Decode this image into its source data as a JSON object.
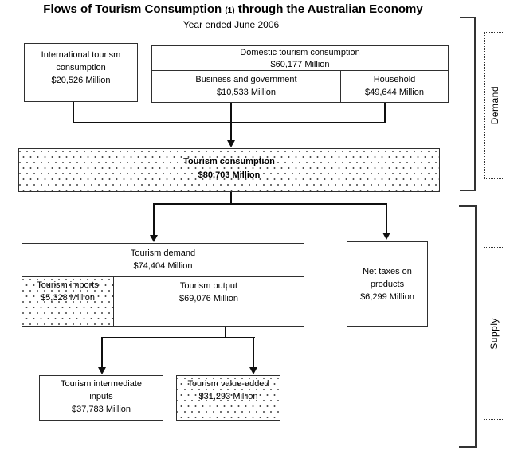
{
  "title": {
    "main": "Flows of Tourism Consumption",
    "footnote_marker": "(1)",
    "rest": "through the Australian Economy"
  },
  "subtitle": "Year ended June 2006",
  "demand_section_label": "Demand",
  "supply_section_label": "Supply",
  "boxes": {
    "international": {
      "line1": "International tourism",
      "line2": "consumption",
      "value": "$20,526 Million"
    },
    "domestic": {
      "label": "Domestic tourism consumption",
      "value": "$60,177 Million"
    },
    "business_government": {
      "label": "Business and government",
      "value": "$10,533 Million"
    },
    "household": {
      "label": "Household",
      "value": "$49,644 Million"
    },
    "tourism_consumption": {
      "label": "Tourism consumption",
      "value": "$80,703 Million"
    },
    "tourism_demand": {
      "label": "Tourism demand",
      "value": "$74,404 Million"
    },
    "tourism_imports": {
      "label": "Tourism imports",
      "value": "$5,328 Million"
    },
    "tourism_output": {
      "label": "Tourism output",
      "value": "$69,076 Million"
    },
    "net_taxes": {
      "line1": "Net taxes on",
      "line2": "products",
      "value": "$6,299 Million"
    },
    "intermediate_inputs": {
      "line1": "Tourism intermediate",
      "line2": "inputs",
      "value": "$37,783 Million"
    },
    "value_added": {
      "label": "Tourism value-added",
      "value": "$31,293 Million"
    }
  },
  "colors": {
    "box_border": "#2f2f2f",
    "connector": "#0f0f0f",
    "dot_fill": "#4a4a4a",
    "background": "#ffffff",
    "text": "#000000"
  }
}
